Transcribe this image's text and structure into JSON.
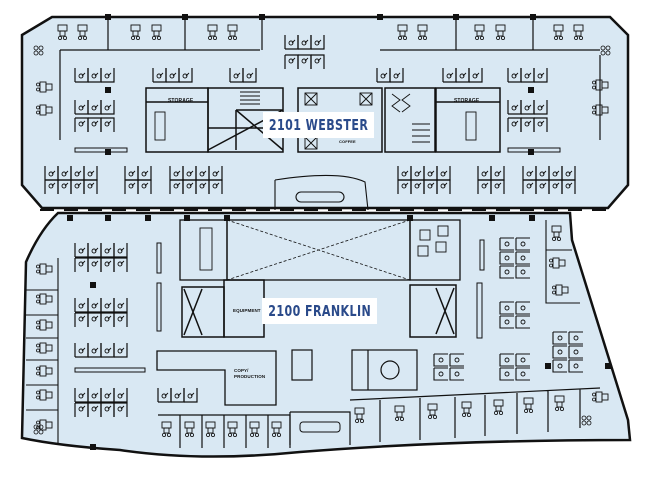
{
  "floor_plan": {
    "colors": {
      "floor_fill": "#d9e8f3",
      "wall": "#111111",
      "label_text": "#2a4a8a",
      "label_bg": "#ffffff",
      "background": "#ffffff"
    },
    "buildings": [
      {
        "id": "webster",
        "label": "2101 WEBSTER"
      },
      {
        "id": "franklin",
        "label": "2100 FRANKLIN"
      }
    ],
    "rooms": {
      "storage_left": "STORAGE",
      "storage_right": "STORAGE",
      "coffee": "COFFEE",
      "equipment": "EQUIPMENT",
      "copy_production_line1": "COPY/",
      "copy_production_line2": "PRODUCTION"
    }
  }
}
